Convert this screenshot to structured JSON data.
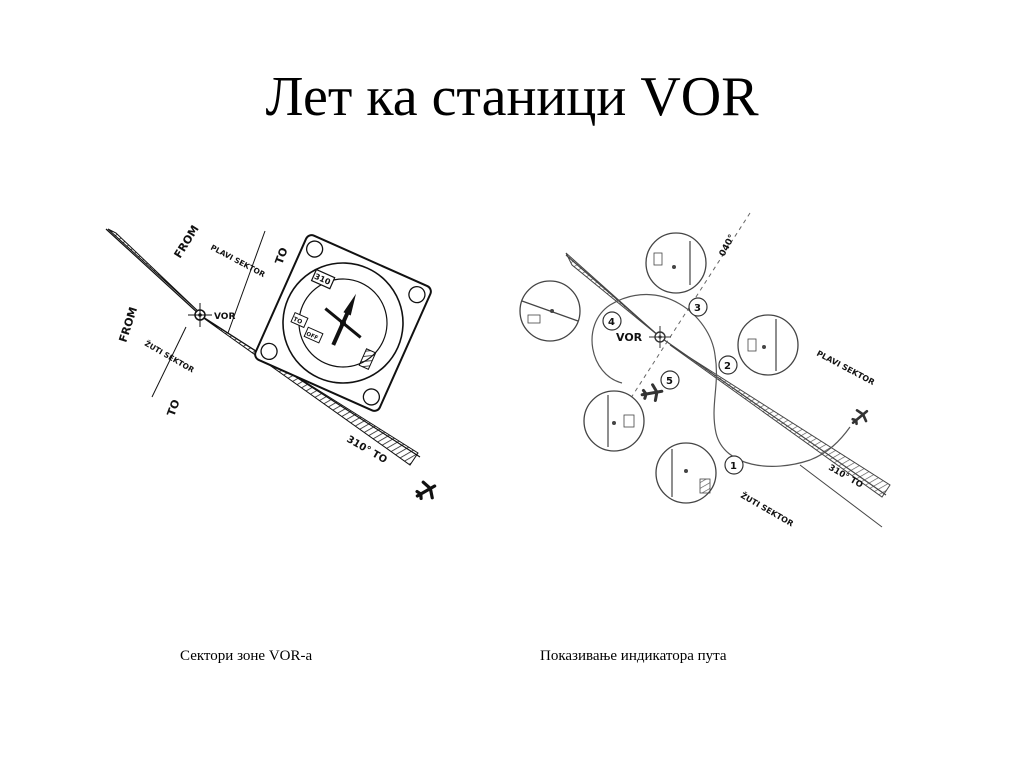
{
  "slide": {
    "title": "Лет ка станици VOR",
    "captions": {
      "left": "Сектори зоне VOR-а",
      "right": "Показивање индикатора пута"
    }
  },
  "left_diagram": {
    "labels": {
      "from_top": "FROM",
      "from_bottom": "FROM",
      "to_top": "TO",
      "to_bottom": "TO",
      "plavi_sektor": "PLAVI SEKTOR",
      "zuti_sektor": "ŽUTI SEKTOR",
      "vor": "VOR",
      "course": "310° TO",
      "indicator_window_top": "310",
      "indicator_window_left": "TO",
      "indicator_window_right": "OFF"
    },
    "icons": [
      "vor-station-icon",
      "airplane-icon",
      "course-indicator-icon"
    ]
  },
  "right_diagram": {
    "labels": {
      "vor": "VOR",
      "heading_040": "040°",
      "course": "310° TO",
      "plavi_sektor": "PLAVI SEKTOR",
      "zuti_sektor": "ŽUTI SEKTOR"
    },
    "positions": [
      "1",
      "2",
      "3",
      "4",
      "5"
    ],
    "icons": [
      "vor-station-icon",
      "airplane-icon",
      "course-indicator-icon"
    ]
  },
  "colors": {
    "background": "#ffffff",
    "ink": "#111111"
  }
}
